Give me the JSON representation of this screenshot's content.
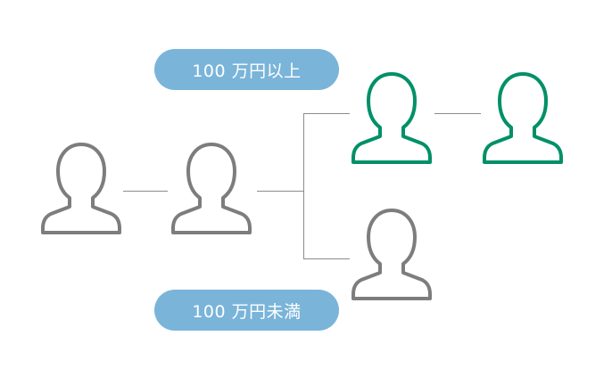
{
  "labels": {
    "top": "100 万円以上",
    "bottom": "100 万円未満"
  },
  "colors": {
    "pill": "#7ab4d9",
    "gray_person": "#7d7d7d",
    "green_person": "#009068",
    "connector": "#8c8c8c"
  },
  "people": [
    {
      "id": "person-1",
      "color": "gray"
    },
    {
      "id": "person-2",
      "color": "gray"
    },
    {
      "id": "person-3",
      "color": "green"
    },
    {
      "id": "person-4",
      "color": "green"
    },
    {
      "id": "person-5",
      "color": "gray"
    }
  ]
}
